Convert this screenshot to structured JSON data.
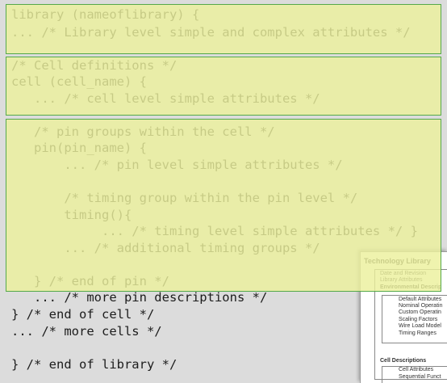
{
  "code": {
    "lines": [
      "library (nameoflibrary) {",
      "... /* Library level simple and complex attributes */",
      "/* Cell definitions */",
      "cell (cell_name) {",
      "   ... /* cell level simple attributes */",
      "   /* pin groups within the cell */",
      "   pin(pin_name) {",
      "       ... /* pin level simple attributes */",
      "       /* timing group within the pin level */",
      "       timing(){",
      "            ... /* timing level simple attributes */ }",
      "       ... /* additional timing groups */",
      "   } /* end of pin */",
      "   ... /* more pin descriptions */",
      "} /* end of cell */",
      "... /* more cells */",
      "} /* end of library */"
    ]
  },
  "doc_thumbnail": {
    "title": "Technology Library",
    "items": [
      "Date and Revision",
      "Library Attributes",
      "Environmental Descrip",
      "Default Attributes",
      "Nominal Operatin",
      "Custom Operatin",
      "Scaling Factors",
      "Wire Load Model",
      "Timing Ranges",
      "Cell Descriptions",
      "Cell Attributes",
      "Sequential Funct"
    ]
  }
}
